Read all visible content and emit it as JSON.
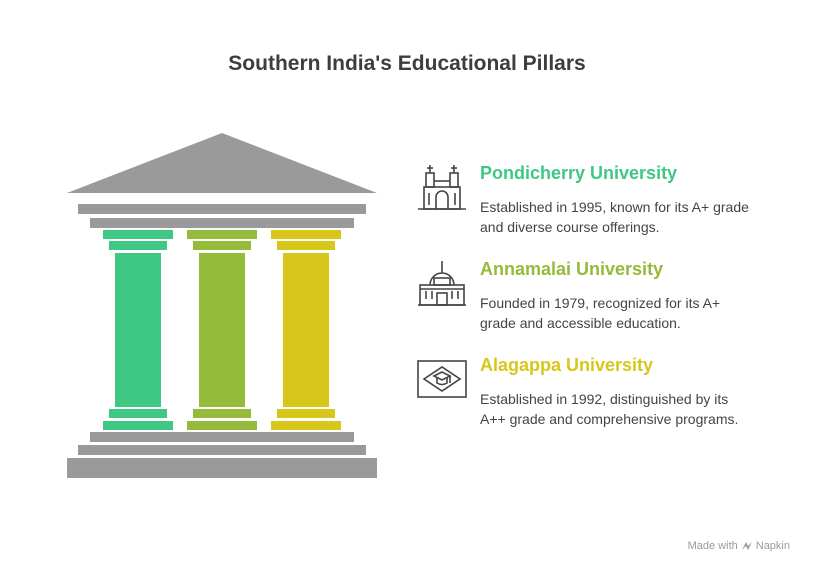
{
  "title": "Southern India's Educational Pillars",
  "universities": [
    {
      "name": "Pondicherry University",
      "description": "Established in 1995, known for its A+ grade and diverse course offerings.",
      "color": "#3ec883",
      "icon": "gate-building-icon"
    },
    {
      "name": "Annamalai University",
      "description": "Founded in 1979, recognized for its A+ grade and accessible education.",
      "color": "#95bb3a",
      "icon": "domed-building-icon"
    },
    {
      "name": "Alagappa University",
      "description": "Established in 1992, distinguished by its A++ grade and comprehensive programs.",
      "color": "#d8c71b",
      "icon": "graduation-certificate-icon"
    }
  ],
  "temple_color": "#9a9a9a",
  "credit": {
    "made_with": "Made with",
    "brand": "Napkin"
  }
}
